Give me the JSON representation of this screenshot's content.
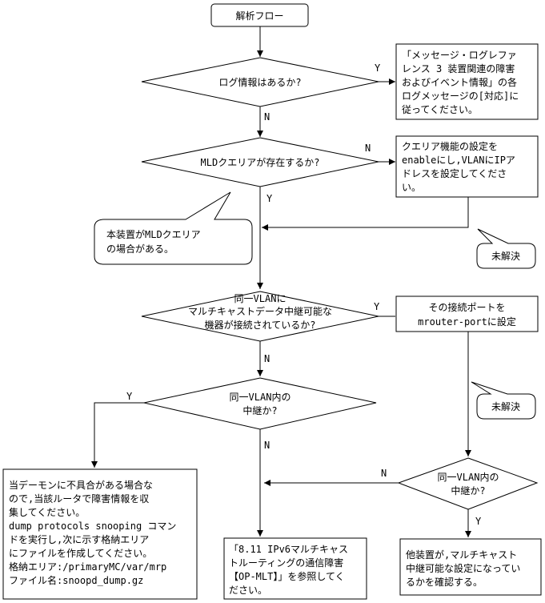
{
  "start": {
    "label": "解析フロー"
  },
  "decisions": {
    "log_info": {
      "label": "ログ情報はあるか?"
    },
    "mld_querier": {
      "label": "MLDクエリアが存在するか?"
    },
    "same_vlan_connected": {
      "lines": [
        "同一VLANに",
        "マルチキャストデータ中継可能な",
        "機器が接続されているか?"
      ]
    },
    "same_vlan_relay_left": {
      "lines": [
        "同一VLAN内の",
        "中継か?"
      ]
    },
    "same_vlan_relay_right": {
      "lines": [
        "同一VLAN内の",
        "中継か?"
      ]
    }
  },
  "boxes": {
    "message_log_ref": {
      "lines": [
        "「メッセージ・ログレファ",
        "レンス 3 装置関連の障害",
        "およびイベント情報」の各",
        "ログメッセージの[対応]に",
        "従ってください。"
      ]
    },
    "querier_setting": {
      "lines": [
        "クエリア機能の設定を",
        "enableにし,VLANにIPア",
        "ドレスを設定してくださ",
        "い。"
      ]
    },
    "mrouter_port": {
      "lines": [
        "その接続ポートを",
        "mrouter-portに設定"
      ]
    },
    "collect_fault_info": {
      "lines": [
        "当デーモンに不具合がある場合な",
        "ので,当該ルータで障害情報を収",
        "集してください。",
        "dump protocols snooping コマン",
        "ドを実行し,次に示す格納エリア",
        "にファイルを作成してください。",
        "格納エリア:/primaryMC/var/mrp",
        "ファイル名:snoopd_dump.gz"
      ]
    },
    "ipv6_multicast_ref": {
      "lines": [
        "「8.11 IPv6マルチキャス",
        "トルーティングの通信障害",
        "【OP-MLT】」を参照してく",
        "ださい。"
      ]
    },
    "other_device_check": {
      "lines": [
        "他装置が,マルチキャスト",
        "中継可能な設定になってい",
        "るかを確認する。"
      ]
    }
  },
  "callouts": {
    "device_is_querier": {
      "lines": [
        "本装置がMLDクエリア",
        "の場合がある。"
      ]
    },
    "unresolved_1": {
      "label": "未解決"
    },
    "unresolved_2": {
      "label": "未解決"
    }
  },
  "edge_labels": {
    "log_yes": "Y",
    "log_no": "N",
    "mld_no": "N",
    "mld_yes": "Y",
    "vlan_connected_yes": "Y",
    "vlan_connected_no": "N",
    "relay_left_yes": "Y",
    "relay_left_no": "N",
    "relay_right_no": "N",
    "relay_right_yes": "Y"
  }
}
